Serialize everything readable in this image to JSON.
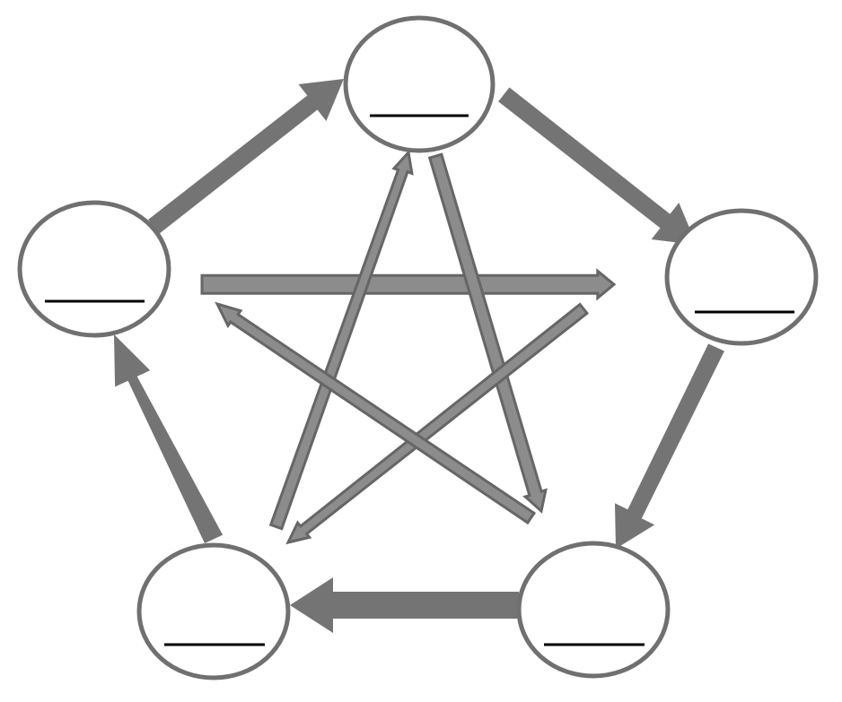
{
  "colors": {
    "outer_arrow": "#747474",
    "inner_arrow_fill": "#8c8c8c",
    "inner_arrow_outline": "#666666",
    "node_stroke": "#707070",
    "node_fill": "#ffffff",
    "blank_line": "#000000"
  },
  "nodes": [
    {
      "id": "top",
      "label": ""
    },
    {
      "id": "right",
      "label": ""
    },
    {
      "id": "bottom-right",
      "label": ""
    },
    {
      "id": "bottom-left",
      "label": ""
    },
    {
      "id": "left",
      "label": ""
    }
  ],
  "cycle_arrows": [
    {
      "from": "left",
      "to": "top"
    },
    {
      "from": "top",
      "to": "right"
    },
    {
      "from": "right",
      "to": "bottom-right"
    },
    {
      "from": "bottom-right",
      "to": "bottom-left"
    },
    {
      "from": "bottom-left",
      "to": "left"
    }
  ],
  "star_arrows": [
    {
      "from": "left",
      "to": "right"
    },
    {
      "from": "top",
      "to": "bottom-right"
    },
    {
      "from": "bottom-left",
      "to": "top"
    },
    {
      "from": "right",
      "to": "bottom-left"
    },
    {
      "from": "bottom-right",
      "to": "left"
    }
  ]
}
